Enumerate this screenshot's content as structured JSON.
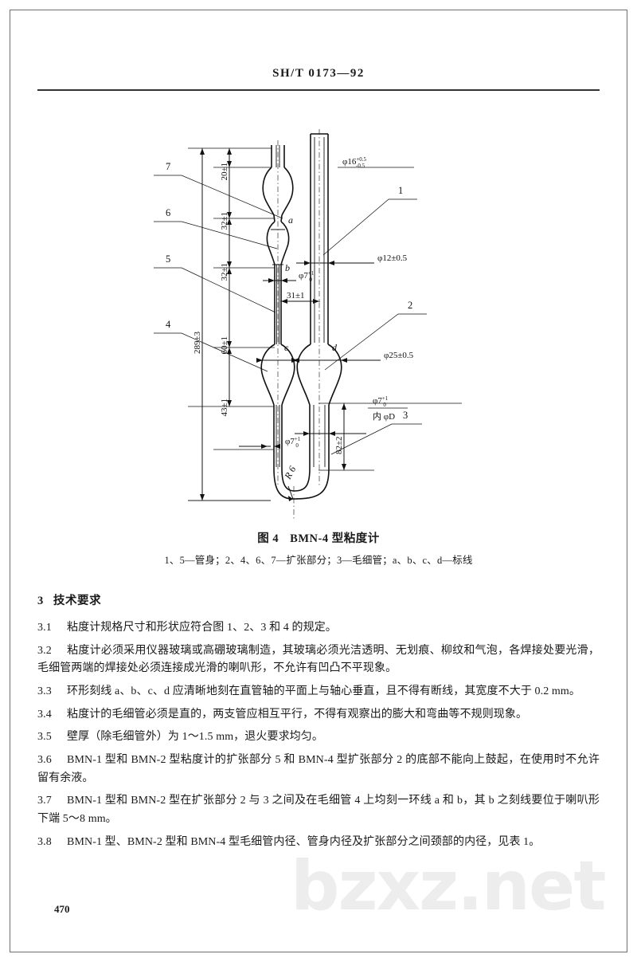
{
  "document": {
    "header_code": "SH/T 0173—92",
    "page_number": "470",
    "watermark": "bzxz.net"
  },
  "figure": {
    "caption_number": "图 4",
    "caption_title": "BMN-4 型粘度计",
    "legend": "1、5—管身；2、4、6、7—扩张部分；3—毛细管；a、b、c、d—标线",
    "leader_labels": {
      "left": [
        "7",
        "6",
        "5",
        "4"
      ],
      "right": [
        "1",
        "2",
        "3"
      ]
    },
    "marks": [
      "a",
      "b",
      "c",
      "d"
    ],
    "dimensions": {
      "overall_length": "289±3",
      "top_to_bulb": "20±1",
      "bulb_a_span": "32±1",
      "bulb_b_span": "32±1",
      "mid_span": "60±1",
      "capillary_span": "31±1",
      "lower_bulb_span": "43±1",
      "lower_tube_span": "82±2",
      "bend_radius": "R 6"
    },
    "diameters": {
      "top_right_tube": "φ16",
      "top_right_tube_tol_upper": "+0.5",
      "top_right_tube_tol_lower": "-0.5",
      "right_tube": "φ12±0.5",
      "lower_bulb": "φ25±0.5",
      "neck_upper": "φ7",
      "neck_upper_tol_upper": "+1",
      "neck_upper_tol_lower": "0",
      "neck_lower": "φ7",
      "neck_lower_tol_upper": "+1",
      "neck_lower_tol_lower": "0",
      "capillary": "φ7",
      "capillary_tol_upper": "+1",
      "capillary_tol_lower": "0",
      "inner_bore": "内 φD"
    }
  },
  "section": {
    "number": "3",
    "title": "技术要求",
    "clauses": [
      {
        "number": "3.1",
        "text": "粘度计规格尺寸和形状应符合图 1、2、3 和 4 的规定。"
      },
      {
        "number": "3.2",
        "text": "粘度计必须采用仪器玻璃或高硼玻璃制造，其玻璃必须光洁透明、无划痕、柳纹和气泡，各焊接处要光滑，毛细管两端的焊接处必须连接成光滑的喇叭形，不允许有凹凸不平现象。"
      },
      {
        "number": "3.3",
        "text": "环形刻线 a、b、c、d 应清晰地刻在直管轴的平面上与轴心垂直，且不得有断线，其宽度不大于 0.2 mm。"
      },
      {
        "number": "3.4",
        "text": "粘度计的毛细管必须是直的，两支管应相互平行，不得有观察出的膨大和弯曲等不规则现象。"
      },
      {
        "number": "3.5",
        "text": "壁厚（除毛细管外）为 1～1.5 mm，退火要求均匀。"
      },
      {
        "number": "3.6",
        "text": "BMN-1 型和 BMN-2 型粘度计的扩张部分 5 和 BMN-4 型扩张部分 2 的底部不能向上鼓起，在使用时不允许留有余液。"
      },
      {
        "number": "3.7",
        "text": "BMN-1 型和 BMN-2 型在扩张部分 2 与 3 之间及在毛细管 4 上均刻一环线 a 和 b，其 b 之刻线要位于喇叭形下端 5～8 mm。"
      },
      {
        "number": "3.8",
        "text": "BMN-1 型、BMN-2 型和 BMN-4 型毛细管内径、管身内径及扩张部分之间颈部的内径，见表 1。"
      }
    ]
  }
}
